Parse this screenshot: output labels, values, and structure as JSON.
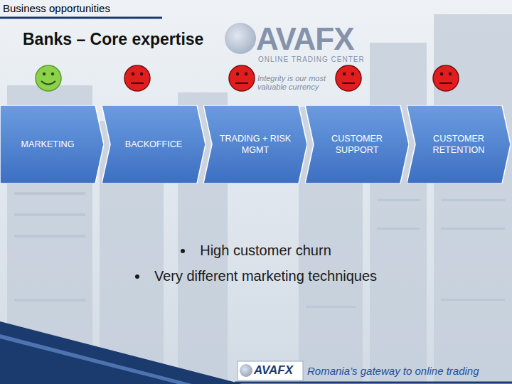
{
  "diagram": {
    "title": "Banks – Core expertise",
    "nodes": [
      {
        "text": [
          "MARKETING"
        ]
      },
      {
        "text": [
          "BACKOFFICE"
        ]
      },
      {
        "text": [
          "TRADING + RISK MGMT"
        ]
      },
      {
        "text": [
          "CUSTOMER SUPPORT"
        ]
      },
      {
        "text": [
          "CUSTOMER RETENTION"
        ]
      }
    ],
    "labels": [
      "Business opportunities",
      "AVAFX",
      "ONLINE TRADING CENTER",
      "Integrity is our most valuable currency",
      "High customer churn",
      "Very different marketing techniques",
      "AVAFX",
      "Romania’s gateway to online trading"
    ]
  }
}
